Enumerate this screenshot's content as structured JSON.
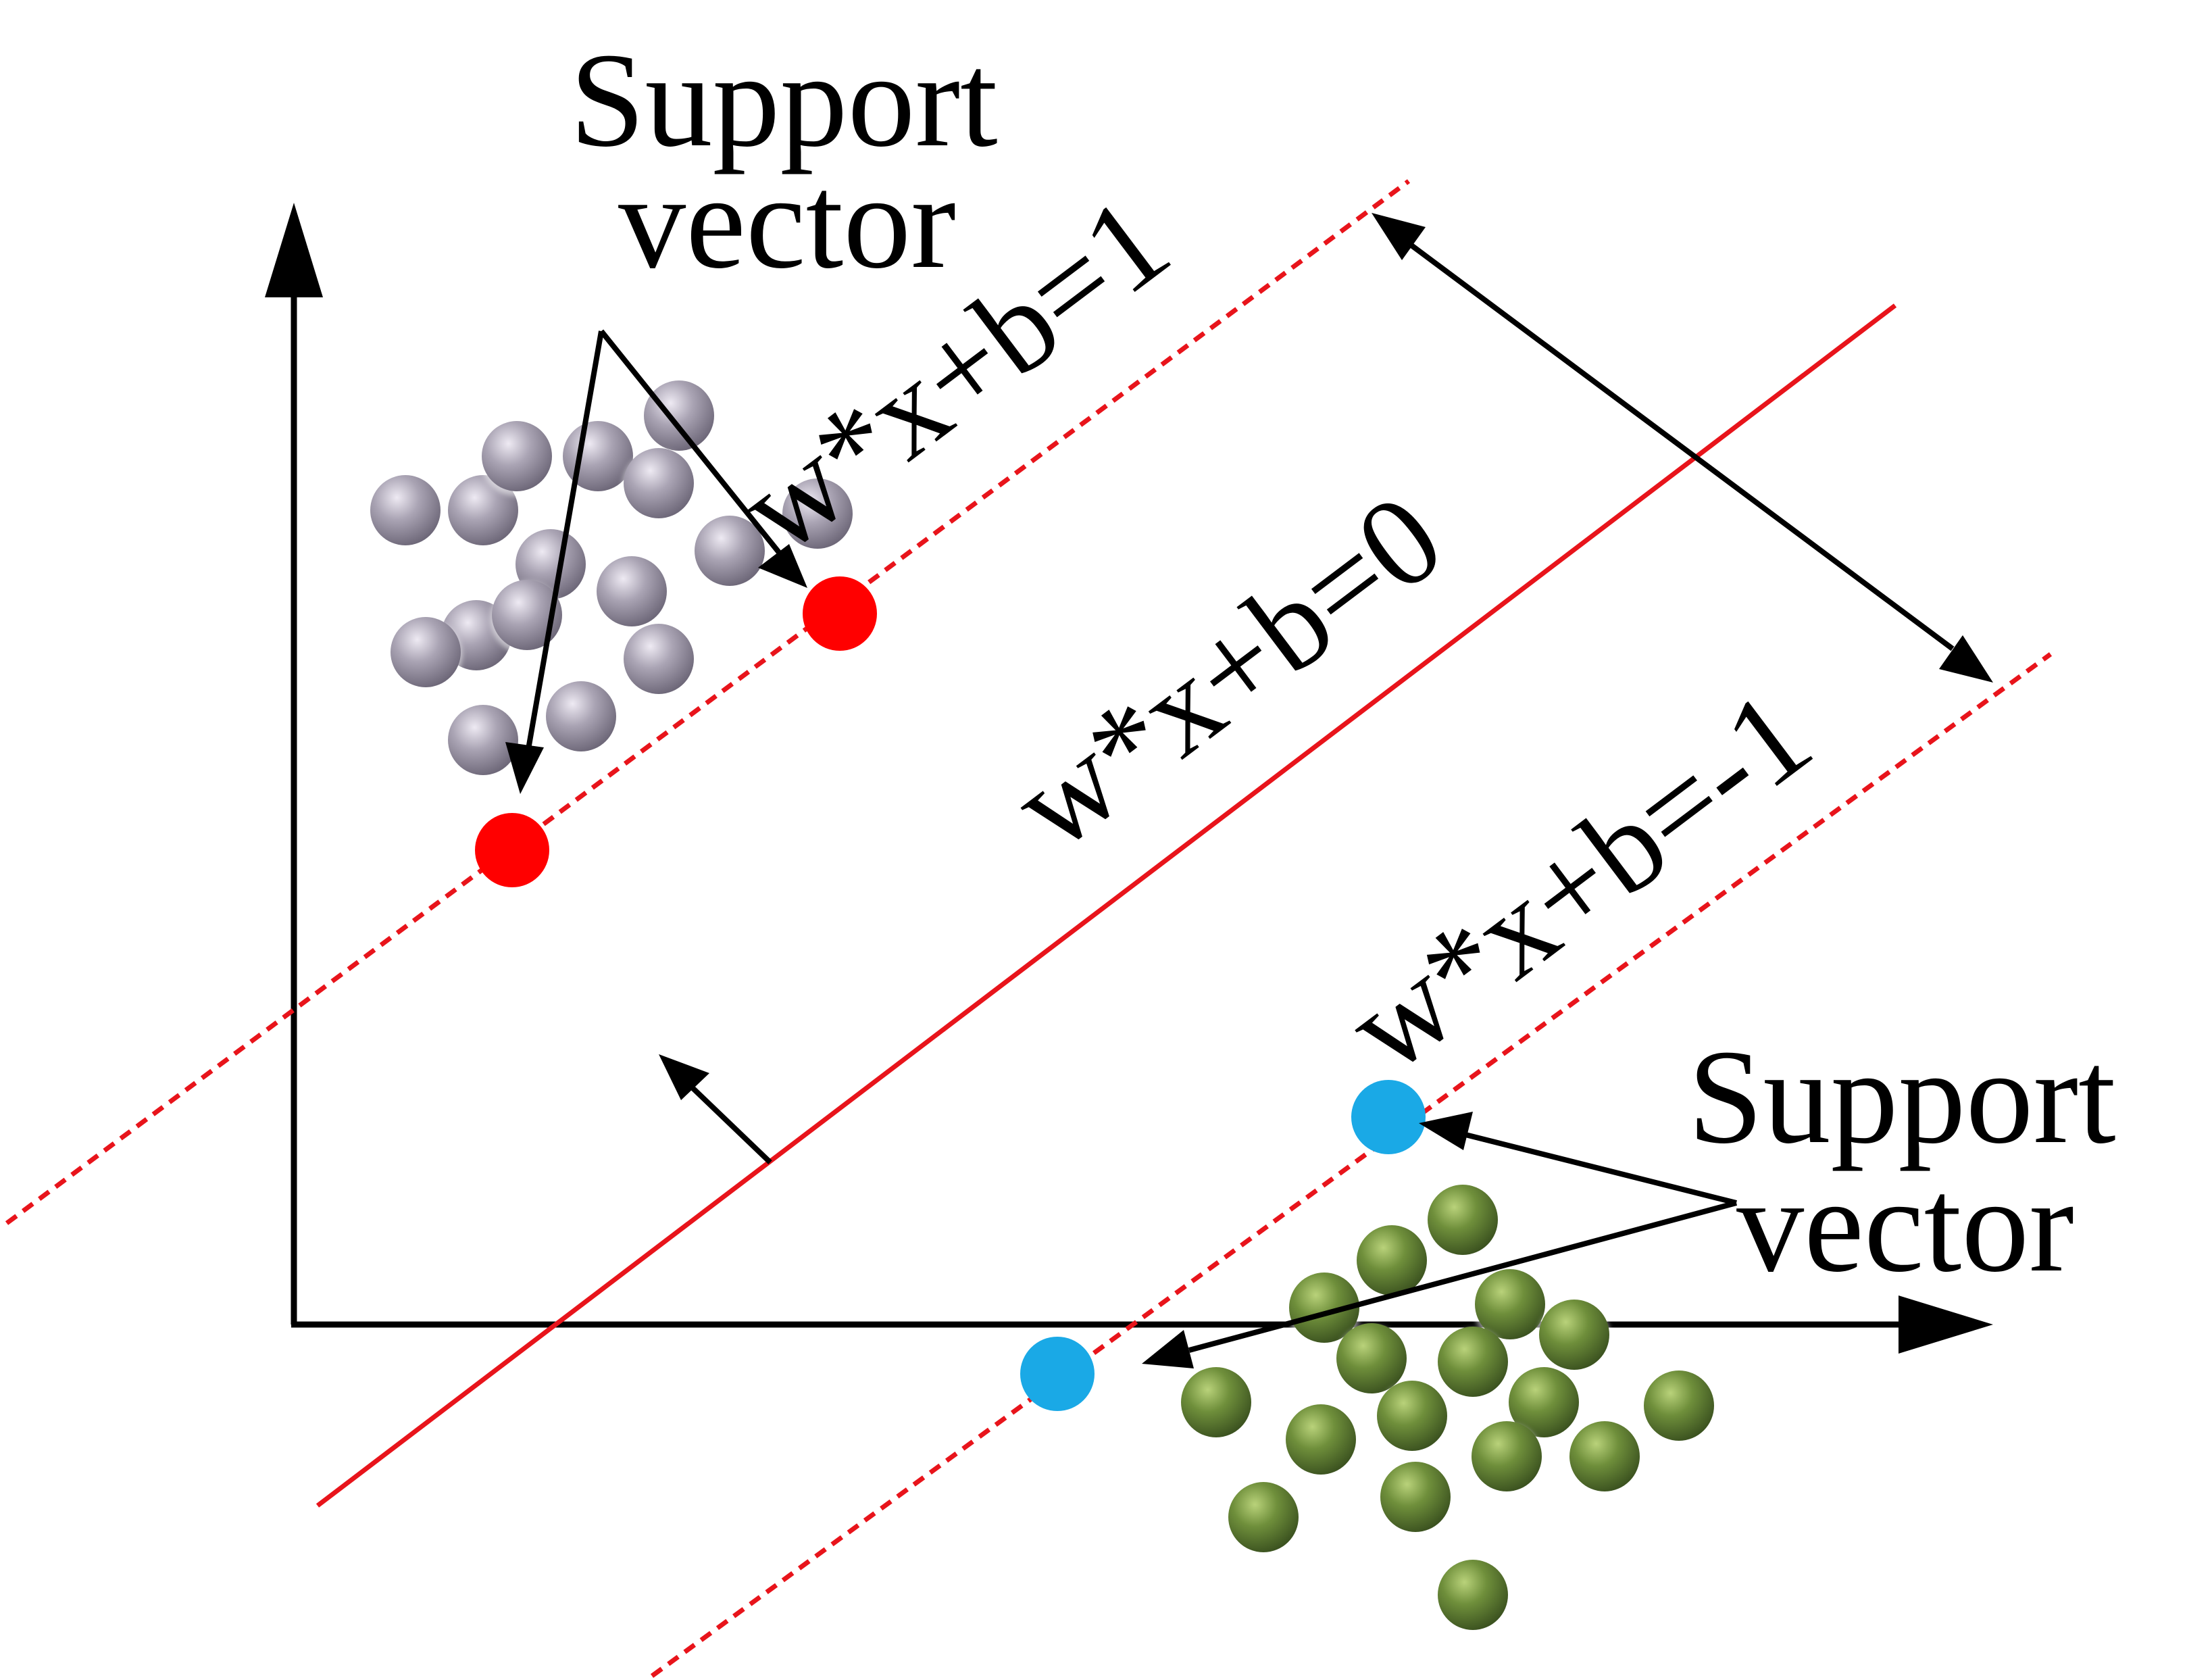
{
  "labels": {
    "support_vector_top_line1": "Support",
    "support_vector_top_line2": "vector",
    "support_vector_bottom_line1": "Support",
    "support_vector_bottom_line2": "vector",
    "margin_positive": "w*x+b=1",
    "hyperplane": "w*x+b=0",
    "margin_negative": "w*x+b=-1"
  },
  "colors": {
    "hyperplane": "#e8141b",
    "margin_lines": "#e8141b",
    "support_vector_positive": "#ff0000",
    "support_vector_negative": "#1aa9e6",
    "class_a_points": "#a9a3b2",
    "class_b_points": "#6b8a3a",
    "arrows": "#000000"
  },
  "icons": {
    "axis_arrow": "triangle-arrowhead-icon",
    "class_a_point": "gray-sphere-icon",
    "class_b_point": "green-sphere-icon"
  }
}
